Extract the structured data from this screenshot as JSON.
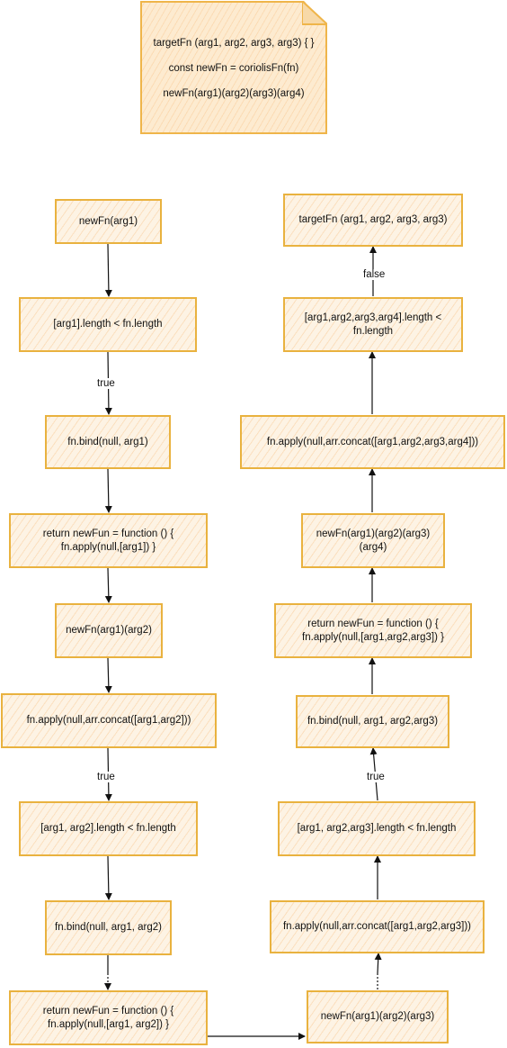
{
  "note": {
    "line1": "targetFn (arg1, arg2, arg3, arg3) { }",
    "line2": "const newFn = coriolisFn(fn)",
    "line3": "newFn(arg1)(arg2)(arg3)(arg4)"
  },
  "left": [
    "newFn(arg1)",
    "[arg1].length < fn.length",
    "fn.bind(null,  arg1)",
    "return newFun = function () {\nfn.apply(null,[arg1]) }",
    "newFn(arg1)(arg2)",
    "fn.apply(null,arr.concat([arg1,arg2]))",
    "[arg1, arg2].length < fn.length",
    "fn.bind(null,  arg1, arg2)",
    "return newFun = function () {\nfn.apply(null,[arg1, arg2]) }"
  ],
  "right": [
    "targetFn (arg1, arg2, arg3, arg3)",
    "[arg1,arg2,arg3,arg4].length <\nfn.length",
    "fn.apply(null,arr.concat([arg1,arg2,arg3,arg4]))",
    "newFn(arg1)(arg2)(arg3)\n(arg4)",
    "return newFun = function () {\nfn.apply(null,[arg1,arg2,arg3]) }",
    "fn.bind(null,  arg1, arg2,arg3)",
    "[arg1, arg2,arg3].length < fn.length",
    "fn.apply(null,arr.concat([arg1,arg2,arg3]))",
    "newFn(arg1)(arg2)(arg3)"
  ],
  "edge_labels": {
    "true_1": "true",
    "true_2": "true",
    "true_3": "true",
    "false_1": "false"
  },
  "colors": {
    "fill": "#fdf3e4",
    "stroke": "#e9b23f",
    "hatch": "#f6b26b",
    "arrow": "#111111"
  }
}
